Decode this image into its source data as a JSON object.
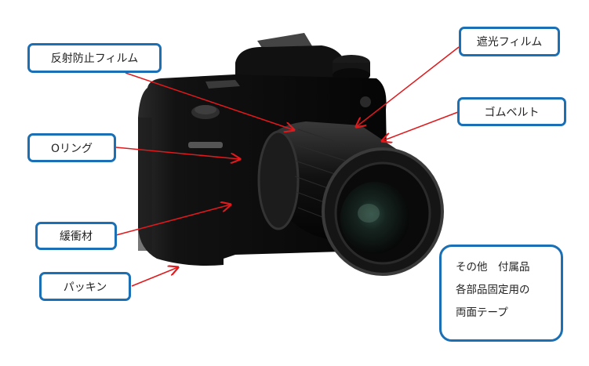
{
  "labels": {
    "anti_reflection_film": "反射防止フィルム",
    "o_ring": "Oリング",
    "cushioning": "緩衝材",
    "packing": "パッキン",
    "light_shielding_film": "遮光フィルム",
    "rubber_belt": "ゴムベルト"
  },
  "note": {
    "lines": [
      "その他　付属品",
      "各部品固定用の",
      "両面テープ"
    ]
  },
  "colors": {
    "box_border": "#1a6fb5",
    "arrow": "#e0191c",
    "camera": "#0b0b0b"
  }
}
